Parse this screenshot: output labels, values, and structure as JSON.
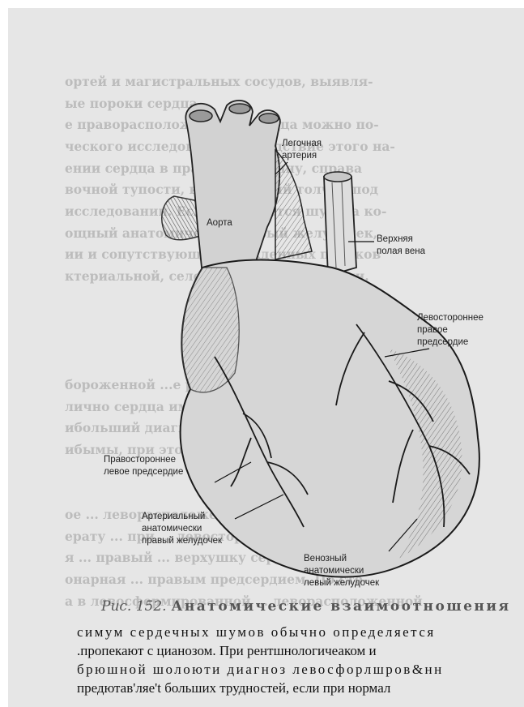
{
  "ghost_text": {
    "top": [
      "ортей и магистральных сосудов, выявля-",
      "ые пороки сердца.",
      "е праворасположенного сердца можно по-",
      "ческого исследования. Вследствие этого на-",
      "ении сердца в правую половину, справа",
      "вочной тупости, верхушечный толчок под",
      "исследовании. Если отмечается шум на ко-",
      "ощный анатомически правый желудочек,",
      "ии и сопутствующих врожденных пороков",
      "ктериальной, селективной ангиографии."
    ],
    "middle": [
      "бороженной ...е расположения предсерди-",
      "",
      "лично сердца имеет лишь отдаленное",
      "ибольший диагноз. Возможны кати-",
      "ибымы, при этом нет признаков цианоза"
    ],
    "bottom": [
      "ое ... леворасположенного сердца",
      "",
      "ерату ... при ... левосторонней",
      "я ... правый ... верхушку сердца, ле-",
      "онарная ... правым предсердием. По сто-",
      "а в левосформированной ... леворасположенной"
    ]
  },
  "labels": {
    "pulmonary_artery": "Легочная\nартерия",
    "aorta": "Аорта",
    "superior_vena_cava": "Верхняя\nполая вена",
    "left_right_atrium": "Левостороннее\nправое\nпредсердие",
    "right_left_atrium": "Правостороннее\nлевое предсердие",
    "arterial_ventricle": "Артериальный\nанатомически\nправый желудочек",
    "venous_ventricle": "Венозный\nанатомически\nлевый желудочек"
  },
  "caption": {
    "fig_number": "Рис. 152.",
    "text": "Анатомические взаимоотношения"
  },
  "body_text": [
    "симум сердечных шумов обычно определяется",
    ".пропекают с цианозом. При рентшнологичеаком и",
    "брюшной шолоюти диагноз левосфорлшров&нн",
    "предютав'ляе't больших трудностей, если при нормал"
  ],
  "colors": {
    "page_background": "#e6e6e6",
    "ghost_text": "#bcbcbc",
    "ink": "#222222"
  }
}
